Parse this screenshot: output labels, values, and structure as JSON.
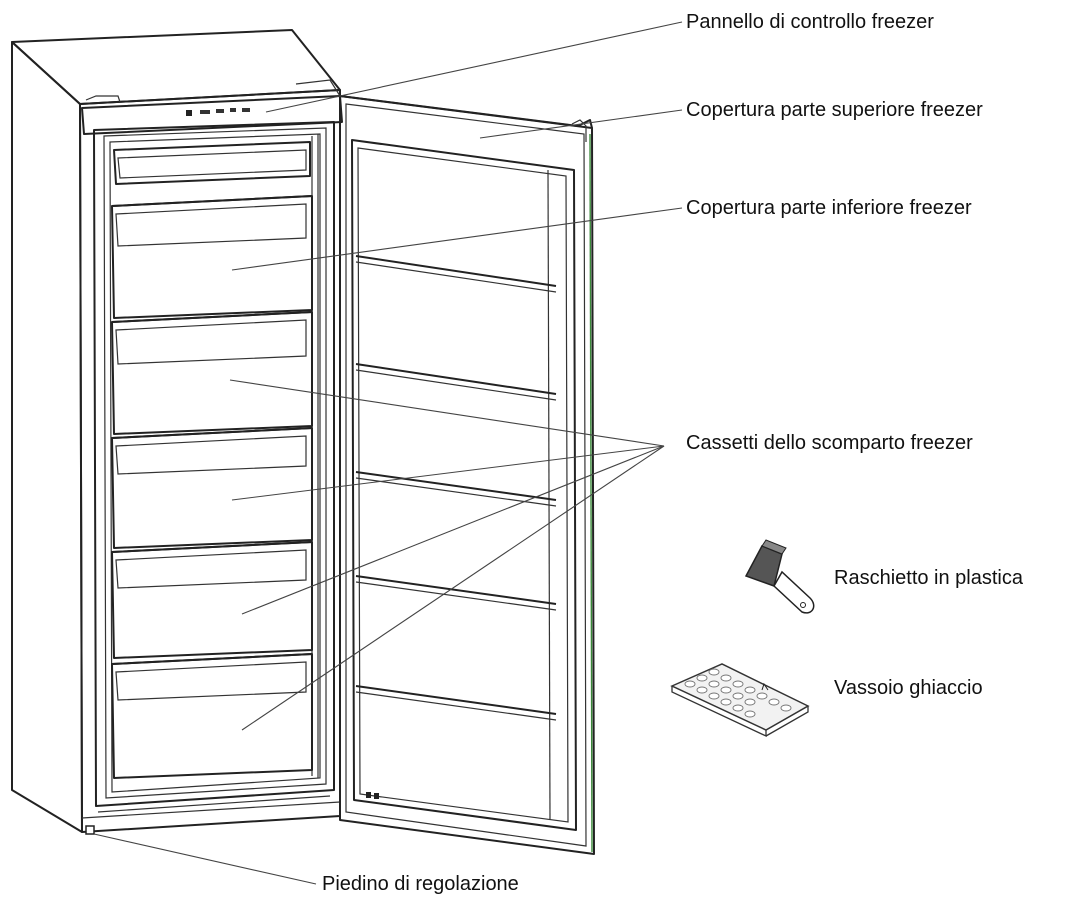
{
  "diagram": {
    "labels": {
      "control_panel": "Pannello di controllo freezer",
      "top_cover": "Copertura parte superiore freezer",
      "bottom_cover": "Copertura parte inferiore freezer",
      "drawers": "Cassetti dello scomparto freezer",
      "scraper": "Raschietto in plastica",
      "ice_tray": "Vassoio ghiaccio",
      "foot": "Piedino di regolazione"
    }
  }
}
